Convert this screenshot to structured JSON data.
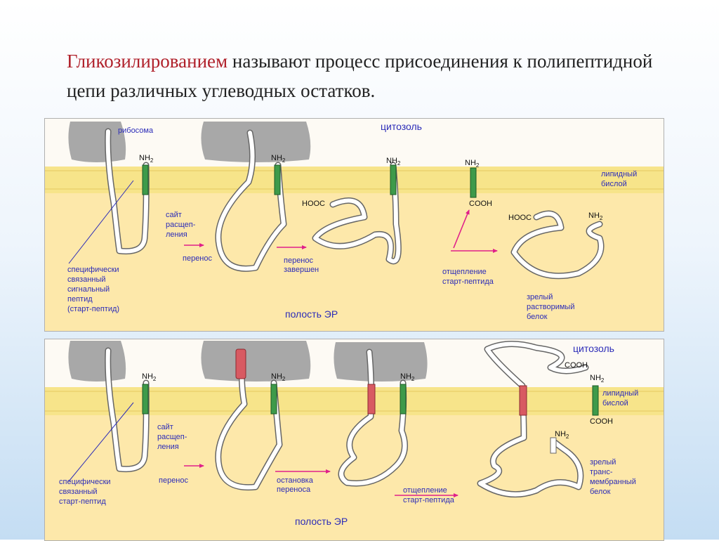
{
  "title": {
    "highlight": "Гликозилированием",
    "rest": " называют процесс присоединения к полипептидной цепи различных углеводных остатков."
  },
  "colors": {
    "title_highlight": "#b0202a",
    "label_blue": "#2c2cb8",
    "arrow_magenta": "#e0208a",
    "membrane": "#f7e48a",
    "er_lumen": "#fde8aa",
    "ribosome": "#a8a8a8",
    "signal_segment": "#3e9a4a",
    "stop_segment": "#d85a62"
  },
  "top": {
    "cytosol": "цитозоль",
    "ribosome": "рибосома",
    "nh2": "NH",
    "sub2": "2",
    "lipid1": "липидный",
    "lipid2": "бислой",
    "site1": "сайт",
    "site2": "расщеп-",
    "site3": "ления",
    "transfer": "перенос",
    "transfer_done1": "перенос",
    "transfer_done2": "завершен",
    "hooc": "HOOC",
    "cooh": "COOH",
    "cleave1": "отщепление",
    "cleave2": "старт-пептида",
    "mature1": "зрелый",
    "mature2": "растворимый",
    "mature3": "белок",
    "spec1": "специфически",
    "spec2": "связанный",
    "spec3": "сигнальный",
    "spec4": "пептид",
    "spec5": "(старт-пептид)",
    "lumen": "полость ЭР"
  },
  "bottom": {
    "cytosol": "цитозоль",
    "nh2": "NH",
    "sub2": "2",
    "cooh": "COOH",
    "lipid1": "липидный",
    "lipid2": "бислой",
    "site1": "сайт",
    "site2": "расщеп-",
    "site3": "ления",
    "transfer": "перенос",
    "stop1": "остановка",
    "stop2": "переноса",
    "cleave1": "отщепление",
    "cleave2": "старт-пептида",
    "mature1": "зрелый",
    "mature2": "транс-",
    "mature3": "мембранный",
    "mature4": "белок",
    "spec1": "специфически",
    "spec2": "связанный",
    "spec3": "старт-пептид",
    "lumen": "полость ЭР"
  }
}
